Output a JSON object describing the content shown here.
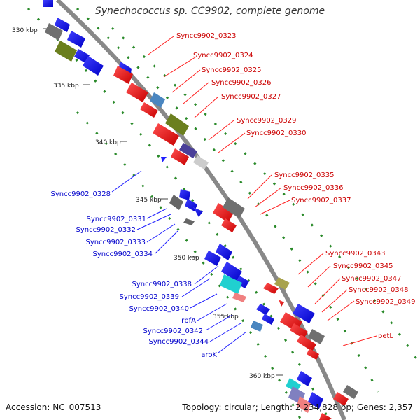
{
  "title": "Synechococcus sp. CC9902, complete genome",
  "footer": {
    "accession": "Accession: NC_007513",
    "topology": "Topology: circular; Length: 2,234,828 bp; Genes: 2,357"
  },
  "ticks": [
    "330 kbp",
    "335 kbp",
    "340 kbp",
    "345 kbp",
    "350 kbp",
    "355 kbp",
    "360 kbp"
  ],
  "colors": {
    "forward_label": "#cc0000",
    "reverse_label": "#0000cc",
    "backbone": "#888888",
    "gridline": "#2a8a2a"
  },
  "forward_labels": [
    "Syncc9902_0323",
    "Syncc9902_0324",
    "Syncc9902_0325",
    "Syncc9902_0326",
    "Syncc9902_0327",
    "Syncc9902_0329",
    "Syncc9902_0330",
    "Syncc9902_0335",
    "Syncc9902_0336",
    "Syncc9902_0337",
    "Syncc9902_0343",
    "Syncc9902_0345",
    "Syncc9902_0347",
    "Syncc9902_0348",
    "Syncc9902_0349",
    "petL"
  ],
  "reverse_labels": [
    "Syncc9902_0328",
    "Syncc9902_0331",
    "Syncc9902_0332",
    "Syncc9902_0333",
    "Syncc9902_0334",
    "Syncc9902_0338",
    "Syncc9902_0339",
    "Syncc9902_0340",
    "rbfA",
    "Syncc9902_0342",
    "Syncc9902_0344",
    "aroK"
  ]
}
